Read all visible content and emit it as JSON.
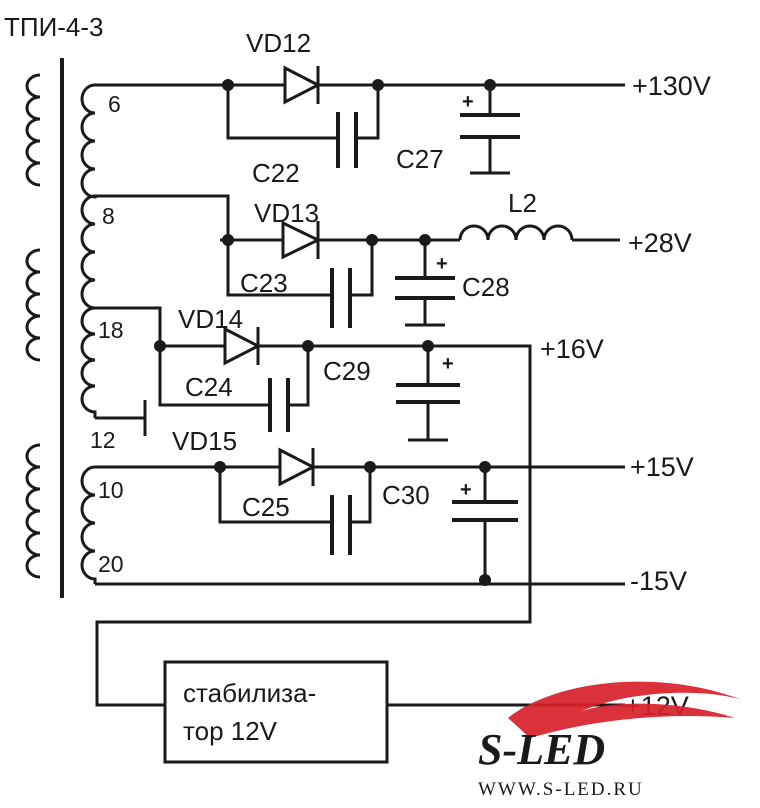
{
  "transformer": {
    "name": "ТПИ-4-3",
    "pins": [
      "6",
      "8",
      "18",
      "12",
      "10",
      "20"
    ]
  },
  "diodes": [
    "VD12",
    "VD13",
    "VD14",
    "VD15"
  ],
  "capacitors": [
    "C22",
    "C23",
    "C24",
    "C25",
    "C27",
    "C28",
    "C29",
    "C30"
  ],
  "inductor": "L2",
  "polarity_mark": "+",
  "outputs": [
    "+130V",
    "+28V",
    "+16V",
    "+15V",
    "-15V"
  ],
  "stabilizer": {
    "line1": "стабилиза-",
    "line2": "тор 12V",
    "output": "+12V"
  },
  "watermark": {
    "brand": "S-LED",
    "url": "WWW.S-LED.RU"
  }
}
